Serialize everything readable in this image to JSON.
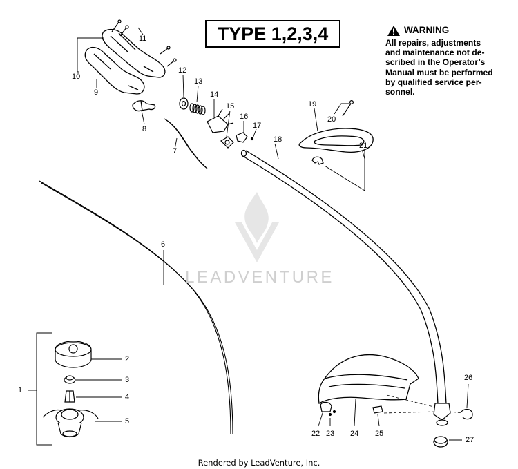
{
  "type_title": "TYPE 1,2,3,4",
  "warning": {
    "title": "WARNING",
    "lines": [
      "All repairs, adjustments",
      "and maintenance not de-",
      "scribed in the Operator’s",
      "Manual must be performed",
      "by qualified  service per-",
      "sonnel."
    ]
  },
  "watermark": "LEADVENTURE",
  "footer": "Rendered by LeadVenture, Inc.",
  "part_labels": {
    "p1": "1",
    "p2": "2",
    "p3": "3",
    "p4": "4",
    "p5": "5",
    "p6": "6",
    "p7": "7",
    "p8": "8",
    "p9": "9",
    "p10": "10",
    "p11": "11",
    "p12": "12",
    "p13": "13",
    "p14": "14",
    "p15": "15",
    "p16": "16",
    "p17": "17",
    "p18": "18",
    "p19": "19",
    "p20": "20",
    "p21": "21",
    "p22": "22",
    "p23": "23",
    "p24": "24",
    "p25": "25",
    "p26": "26",
    "p27": "27"
  }
}
